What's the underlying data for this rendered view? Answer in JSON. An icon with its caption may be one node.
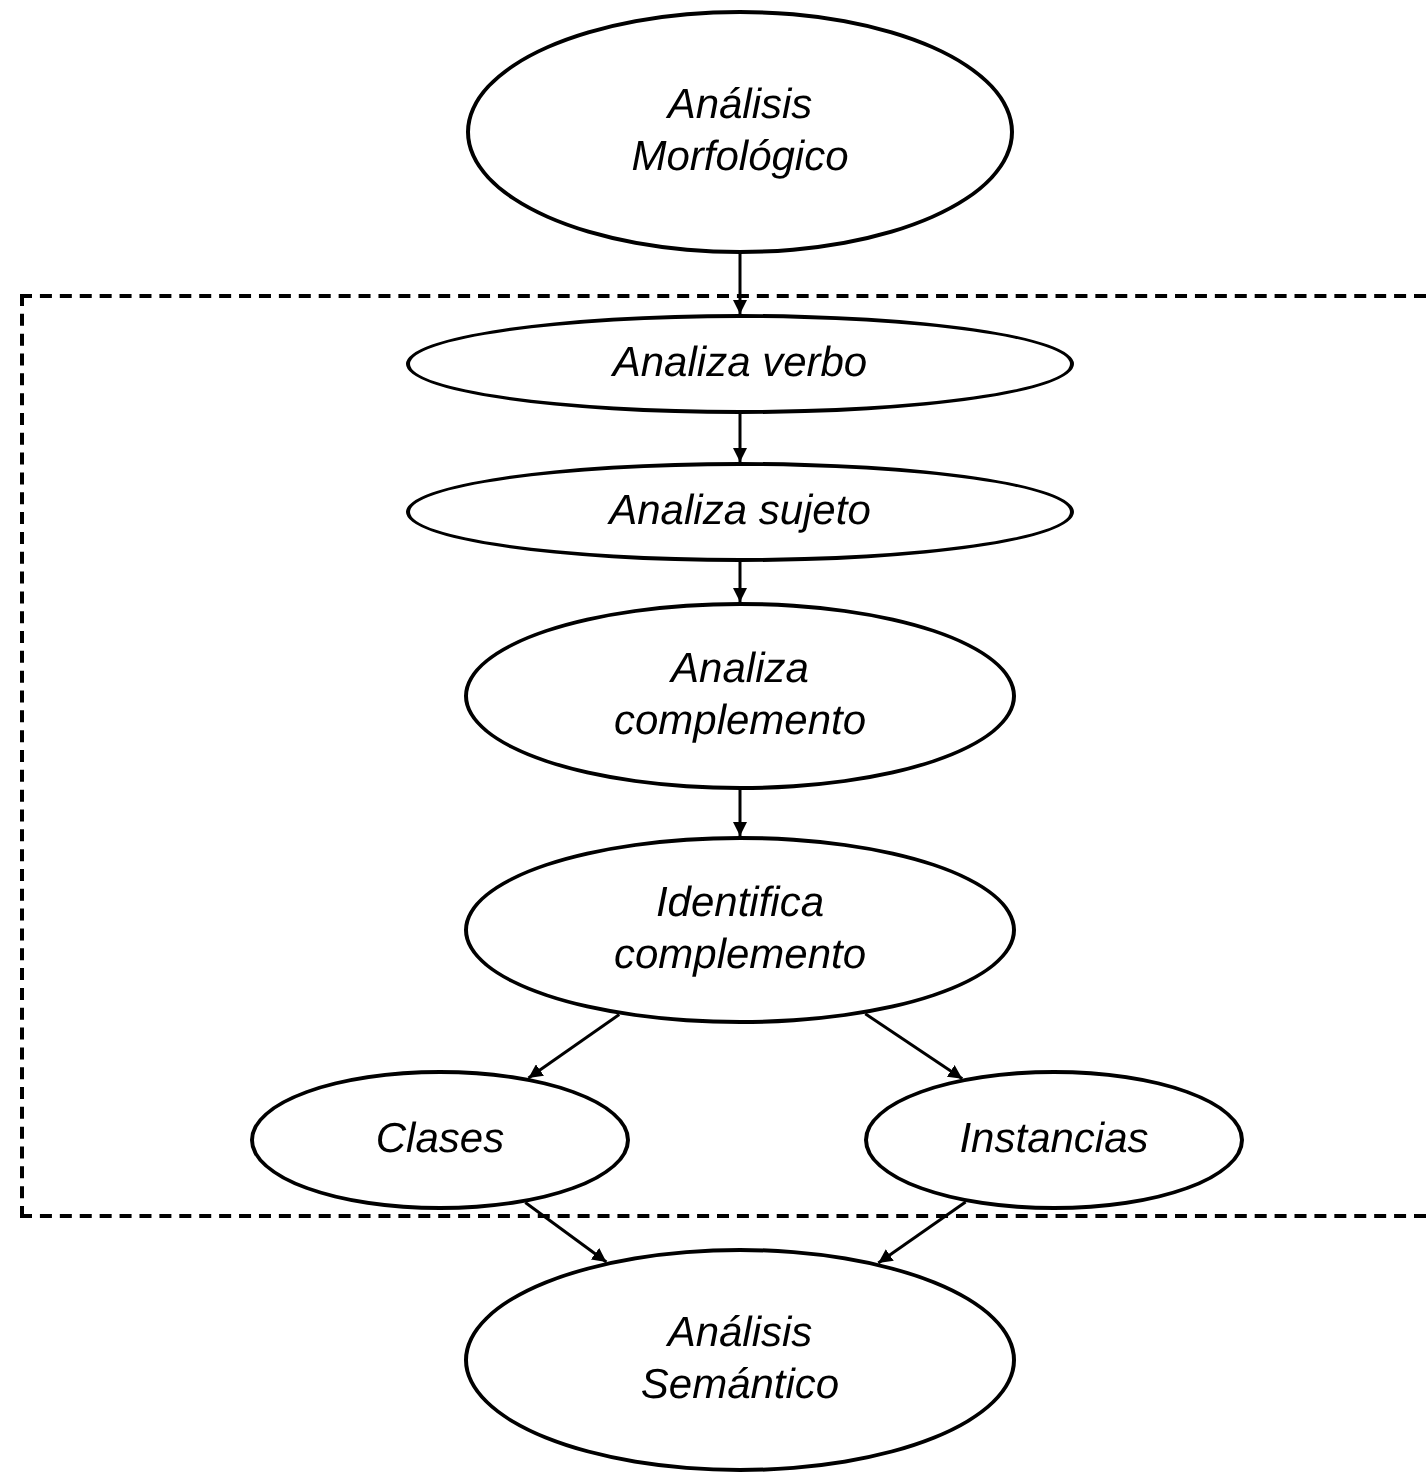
{
  "diagram": {
    "nodes": [
      {
        "text": [
          "Análisis Morfológico"
        ]
      },
      {
        "text": [],
        "shape": "box"
      },
      {
        "text": [
          "Analiza verbo"
        ],
        "in": 1
      },
      {
        "text": [
          "Analiza sujeto"
        ],
        "in": 1
      },
      {
        "text": [
          "Analiza complemento"
        ],
        "in": 1
      },
      {
        "text": [
          "Identifica complemento"
        ],
        "in": 1
      },
      {
        "text": [
          "Clases"
        ],
        "in": 1
      },
      {
        "text": [
          "Instancias"
        ],
        "in": 1
      },
      {
        "text": [
          "Análisis Semántico"
        ]
      }
    ],
    "edges": [
      {
        "from": 0,
        "to": 2,
        "arrow": "to"
      },
      {
        "from": 2,
        "to": 3,
        "arrow": "to"
      },
      {
        "from": 3,
        "to": 4,
        "arrow": "to"
      },
      {
        "from": 4,
        "to": 5,
        "arrow": "to"
      },
      {
        "from": 5,
        "to": 6,
        "arrow": "to"
      },
      {
        "from": 5,
        "to": 7,
        "arrow": "to"
      },
      {
        "from": 6,
        "to": 8,
        "arrow": "to"
      },
      {
        "from": 7,
        "to": 8,
        "arrow": "to"
      }
    ]
  }
}
